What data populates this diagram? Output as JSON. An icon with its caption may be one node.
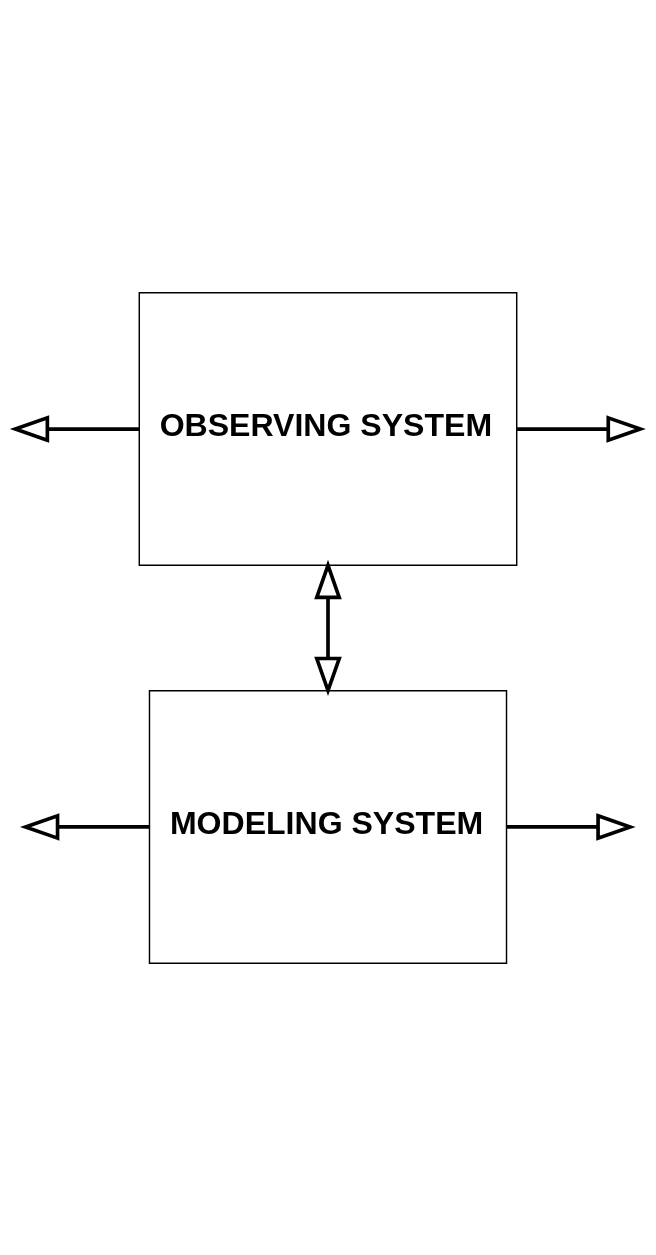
{
  "diagram": {
    "nodes": [
      {
        "text": [
          "OBSERVING SYSTEM"
        ]
      },
      {
        "text": [
          "MODELING SYSTEM"
        ]
      }
    ],
    "edges": [
      {
        "from": 0,
        "to": null,
        "arrow": "to"
      },
      {
        "from": 0,
        "to": null,
        "arrow": "to"
      },
      {
        "from": 0,
        "to": 1,
        "arrow": "both"
      },
      {
        "from": 1,
        "to": null,
        "arrow": "to"
      },
      {
        "from": 1,
        "to": null,
        "arrow": "to"
      }
    ]
  }
}
